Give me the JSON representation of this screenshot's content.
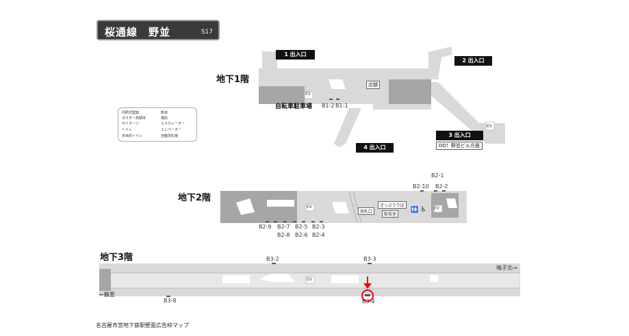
{
  "title": {
    "line": "桜通線",
    "station": "野並",
    "code": "S17"
  },
  "floors": {
    "b1": "地下1階",
    "b2": "地下2階",
    "b3": "地下3階"
  },
  "exits": {
    "e1": "1 出入口",
    "e2": "2 出入口",
    "e3": "3 出入口",
    "e4": "4 出入口",
    "e3_dest": "DO！野並ビル方面"
  },
  "b1": {
    "bicycle": "自転車駐車場",
    "shop": "店舗",
    "ev": "EV",
    "ads": [
      "B1-2",
      "B1-1"
    ]
  },
  "b2": {
    "ev": "EV",
    "ticket_gate": "改札口",
    "tickets": "きっぷうりば",
    "office": "駅長室",
    "ads_bottom": [
      "B2-9",
      "B2-7",
      "B2-8",
      "B2-5",
      "B2-6",
      "B2-3",
      "B2-4"
    ],
    "ads_top": [
      "B2-1",
      "B2-10",
      "B2-2"
    ]
  },
  "b3": {
    "ev": "EV",
    "to_left": "←鶴里",
    "to_right": "鳴子北→",
    "ads": [
      "B3-2",
      "B3-3",
      "B3-8",
      "B3-4"
    ],
    "highlight": "B3-4"
  },
  "legend": {
    "items": [
      "内照式壁面",
      "ポスター高額体",
      "サイネージ",
      "トイレ",
      "多目的トイレ",
      "軌道",
      "階段",
      "エスカレーター",
      "エレベーター",
      "自動改札機"
    ]
  },
  "footer": "名古屋市営地下鉄駅壁面広告枠マップ",
  "colors": {
    "floor": "#d9d9d9",
    "wall": "#a6a6a6",
    "track": "#c9c9c9",
    "highlight": "#e60012"
  }
}
